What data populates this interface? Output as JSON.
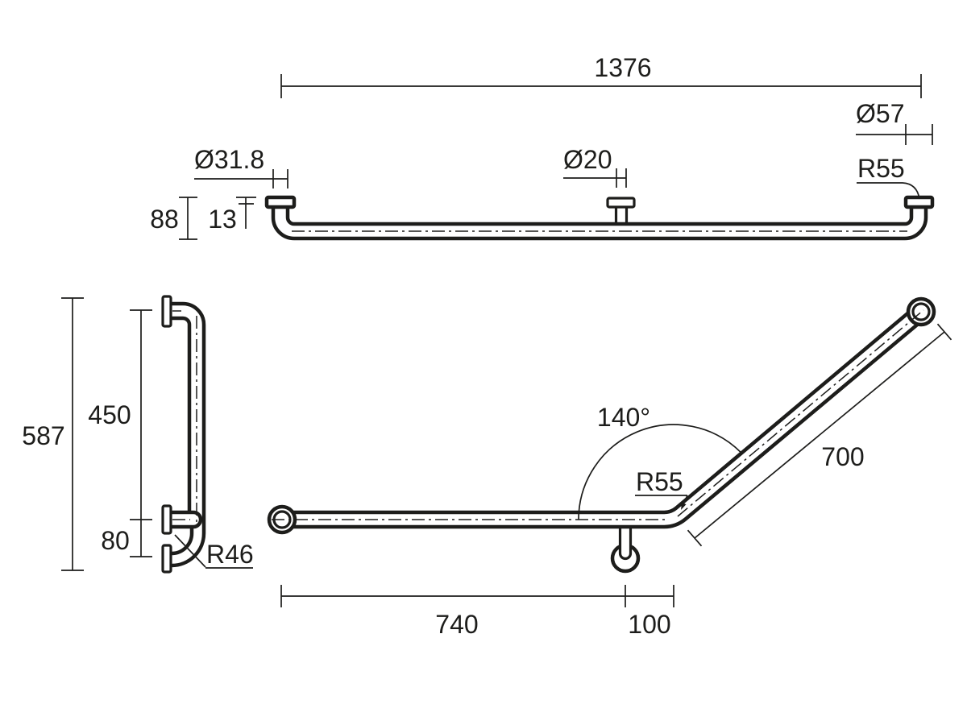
{
  "drawing": {
    "title": "angled-grab-rail-technical-drawing",
    "background_color": "#ffffff",
    "ink_color": "#1d1d1b",
    "views": {
      "top": {
        "dims": {
          "overall_length": "1376",
          "flange_diameter": "Ø57",
          "flange_bend_radius": "R55",
          "tube_diameter": "Ø31.8",
          "pin_diameter": "Ø20",
          "wall_offset": "88",
          "flange_thickness": "13"
        }
      },
      "side": {
        "dims": {
          "overall_height": "587",
          "upper_height": "450",
          "lower_offset": "80",
          "elbow_radius": "R46"
        }
      },
      "front": {
        "dims": {
          "bend_angle": "140°",
          "bend_radius": "R55",
          "angled_length": "700",
          "horizontal_length": "740",
          "pin_offset": "100"
        }
      }
    }
  }
}
